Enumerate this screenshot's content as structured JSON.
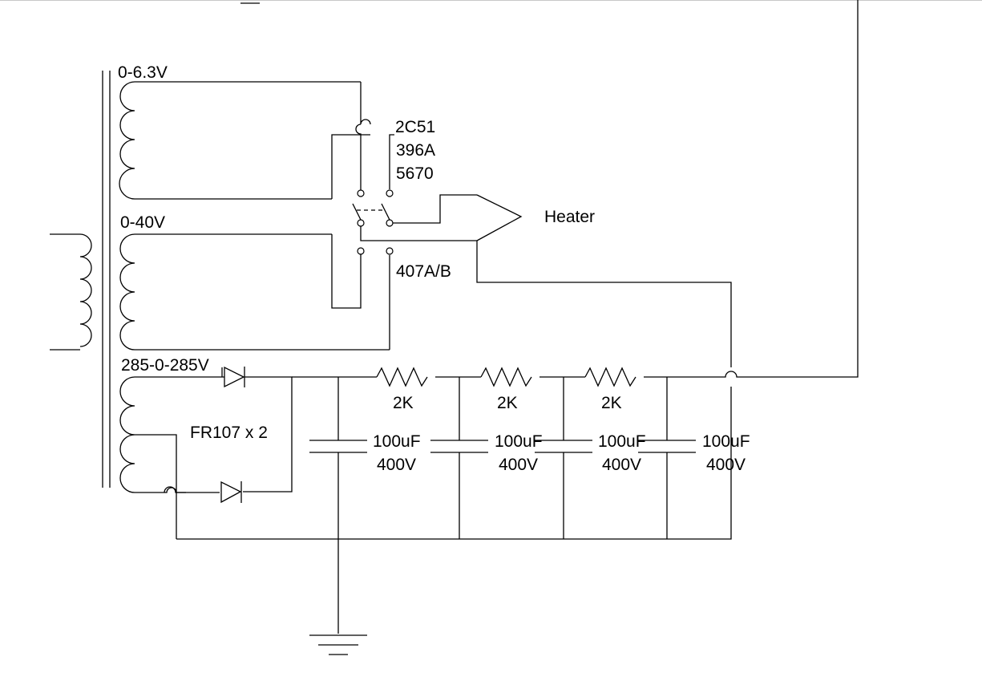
{
  "transformer": {
    "winding_heater_label": "0-6.3V",
    "winding_aux_label": "0-40V",
    "winding_hv_label": "285-0-285V"
  },
  "tube_labels": {
    "line1": "2C51",
    "line2": "396A",
    "line3": "5670",
    "line4": "407A/B"
  },
  "heater_label": "Heater",
  "rectifier_label": "FR107 x 2",
  "resistors": [
    {
      "value": "2K"
    },
    {
      "value": "2K"
    },
    {
      "value": "2K"
    }
  ],
  "capacitors": [
    {
      "capacitance": "100uF",
      "voltage": "400V"
    },
    {
      "capacitance": "100uF",
      "voltage": "400V"
    },
    {
      "capacitance": "100uF",
      "voltage": "400V"
    },
    {
      "capacitance": "100uF",
      "voltage": "400V"
    }
  ]
}
